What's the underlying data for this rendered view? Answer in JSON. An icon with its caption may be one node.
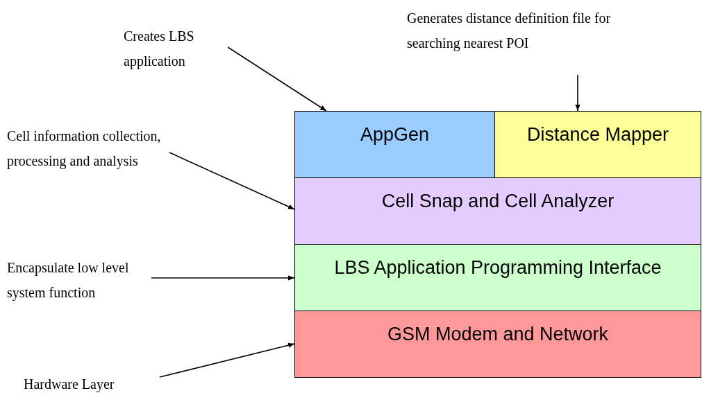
{
  "diagram": {
    "nodes": [
      {
        "text": [
          "Creates LBS application"
        ]
      },
      {
        "text": [
          "Generates distance definition file for searching nearest POI"
        ]
      },
      {
        "text": [
          "Cell information collection, processing and analysis"
        ]
      },
      {
        "text": [
          "Encapsulate low level system function"
        ]
      },
      {
        "text": [
          "Hardware Layer"
        ]
      },
      {
        "text": [
          "AppGen"
        ]
      },
      {
        "text": [
          "Distance Mapper"
        ]
      },
      {
        "text": [
          "Cell Snap and Cell Analyzer"
        ]
      },
      {
        "text": [
          "LBS Application Programming Interface"
        ]
      },
      {
        "text": [
          "GSM Modem and Network"
        ]
      }
    ],
    "edges": [
      {
        "from": 0,
        "to": 5,
        "arrow": "to"
      },
      {
        "from": 1,
        "to": 6,
        "arrow": "to"
      },
      {
        "from": 2,
        "to": 7,
        "arrow": "to"
      },
      {
        "from": 3,
        "to": 8,
        "arrow": "to"
      },
      {
        "from": 4,
        "to": 9,
        "arrow": "to"
      }
    ]
  }
}
